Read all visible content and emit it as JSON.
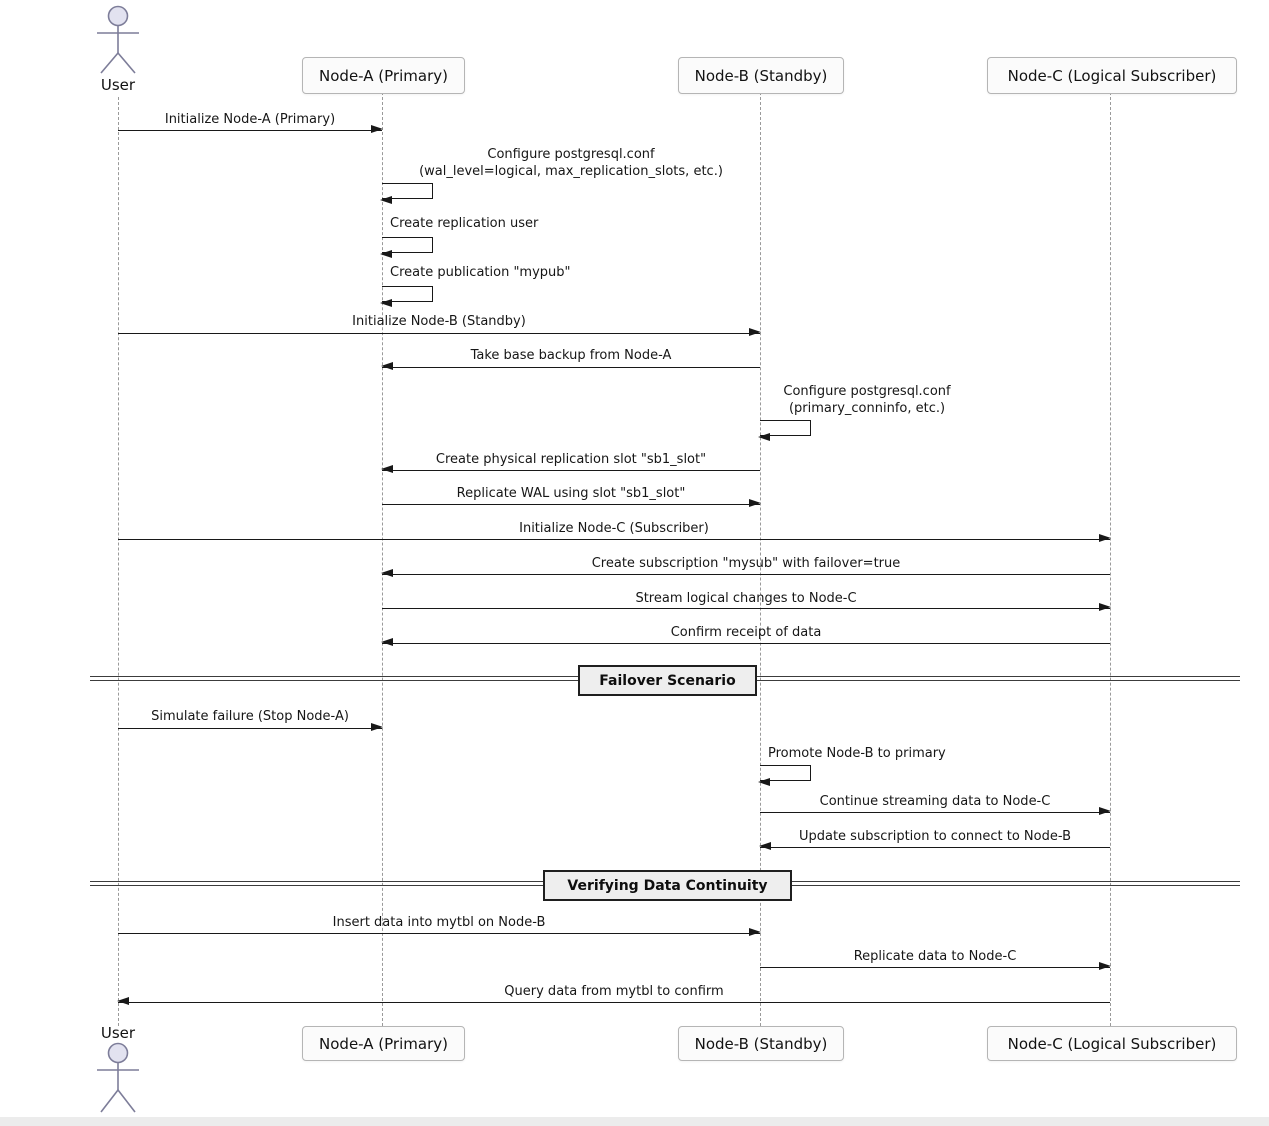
{
  "participants": [
    {
      "name": "User",
      "kind": "actor"
    },
    {
      "name": "Node-A (Primary)",
      "kind": "participant"
    },
    {
      "name": "Node-B (Standby)",
      "kind": "participant"
    },
    {
      "name": "Node-C (Logical Subscriber)",
      "kind": "participant"
    }
  ],
  "messages": [
    {
      "from": "User",
      "to": "Node-A",
      "kind": "arrow",
      "label": "Initialize Node-A (Primary)"
    },
    {
      "from": "Node-A",
      "to": "Node-A",
      "kind": "self",
      "label": "Configure postgresql.conf",
      "label2": "(wal_level=logical, max_replication_slots, etc.)"
    },
    {
      "from": "Node-A",
      "to": "Node-A",
      "kind": "self",
      "label": "Create replication user"
    },
    {
      "from": "Node-A",
      "to": "Node-A",
      "kind": "self",
      "label": "Create publication \"mypub\""
    },
    {
      "from": "User",
      "to": "Node-B",
      "kind": "arrow",
      "label": "Initialize Node-B (Standby)"
    },
    {
      "from": "Node-B",
      "to": "Node-A",
      "kind": "arrow",
      "label": "Take base backup from Node-A"
    },
    {
      "from": "Node-B",
      "to": "Node-B",
      "kind": "self",
      "label": "Configure postgresql.conf",
      "label2": "(primary_conninfo, etc.)"
    },
    {
      "from": "Node-B",
      "to": "Node-A",
      "kind": "arrow",
      "label": "Create physical replication slot \"sb1_slot\""
    },
    {
      "from": "Node-A",
      "to": "Node-B",
      "kind": "arrow",
      "label": "Replicate WAL using slot \"sb1_slot\""
    },
    {
      "from": "User",
      "to": "Node-C",
      "kind": "arrow",
      "label": "Initialize Node-C (Subscriber)"
    },
    {
      "from": "Node-C",
      "to": "Node-A",
      "kind": "arrow",
      "label": "Create subscription \"mysub\" with failover=true"
    },
    {
      "from": "Node-A",
      "to": "Node-C",
      "kind": "arrow",
      "label": "Stream logical changes to Node-C"
    },
    {
      "from": "Node-C",
      "to": "Node-A",
      "kind": "arrow",
      "label": "Confirm receipt of data"
    },
    {
      "from": "User",
      "to": "Node-A",
      "kind": "arrow",
      "label": "Simulate failure (Stop Node-A)"
    },
    {
      "from": "Node-B",
      "to": "Node-B",
      "kind": "self",
      "label": "Promote Node-B to primary"
    },
    {
      "from": "Node-B",
      "to": "Node-C",
      "kind": "arrow",
      "label": "Continue streaming data to Node-C"
    },
    {
      "from": "Node-C",
      "to": "Node-B",
      "kind": "arrow",
      "label": "Update subscription to connect to Node-B"
    },
    {
      "from": "User",
      "to": "Node-B",
      "kind": "arrow",
      "label": "Insert data into mytbl on Node-B"
    },
    {
      "from": "Node-B",
      "to": "Node-C",
      "kind": "arrow",
      "label": "Replicate data to Node-C"
    },
    {
      "from": "Node-C",
      "to": "User",
      "kind": "arrow",
      "label": "Query data from mytbl to confirm"
    }
  ],
  "dividers": [
    {
      "label": "Failover Scenario"
    },
    {
      "label": "Verifying Data Continuity"
    }
  ],
  "colors": {
    "arrow": "#181818",
    "lifeline": "#9a9a9a",
    "actor_head_fill": "#E2E2F0",
    "participant_fill": "#FBFBFB",
    "participant_border": "#B5B5B5",
    "divider_fill": "#EEEEEE"
  }
}
